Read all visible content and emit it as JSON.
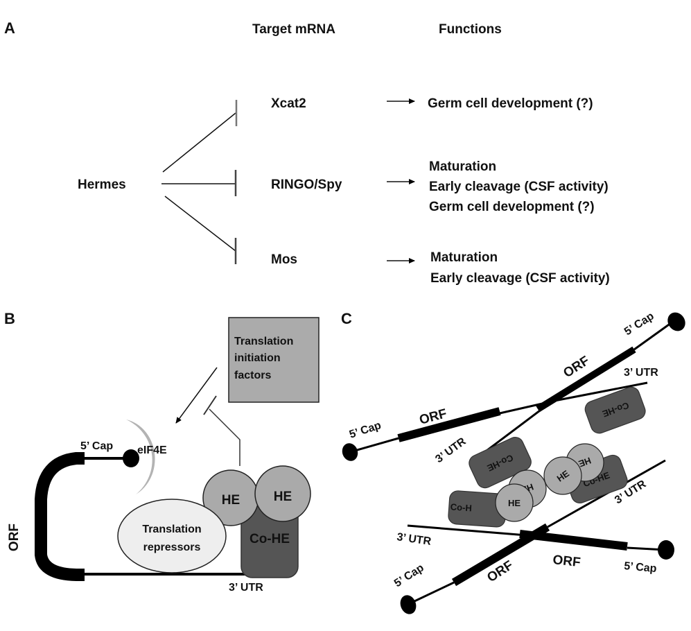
{
  "panels": {
    "a": {
      "label": "A",
      "header_target": "Target mRNA",
      "header_functions": "Functions",
      "source": "Hermes",
      "targets": [
        {
          "name": "Xcat2",
          "functions": [
            "Germ cell development (?)"
          ]
        },
        {
          "name": "RINGO/Spy",
          "functions": [
            "Maturation",
            "Early cleavage (CSF activity)",
            "Germ cell development (?)"
          ]
        },
        {
          "name": "Mos",
          "functions": [
            "Maturation",
            "Early cleavage (CSF activity)"
          ]
        }
      ]
    },
    "b": {
      "label": "B",
      "box_lines": [
        "Translation",
        "initiation",
        "factors"
      ],
      "eif4e": "eIF4E",
      "cap": "5’ Cap",
      "orf": "ORF",
      "he1": "HE",
      "he2": "HE",
      "cohe": "Co-HE",
      "repressors": [
        "Translation",
        "repressors"
      ],
      "utr": "3’ UTR"
    },
    "c": {
      "label": "C",
      "cap": "5’ Cap",
      "orf": "ORF",
      "utr": "3’ UTR",
      "he": "HE",
      "cohe": "Co-HE",
      "cohe_truncated": "Co-H"
    }
  },
  "colors": {
    "black": "#000000",
    "light_gray": "#b3b3b3",
    "box_gray": "#ababab",
    "dark_gray": "#555555",
    "pale": "#eeeeee"
  }
}
